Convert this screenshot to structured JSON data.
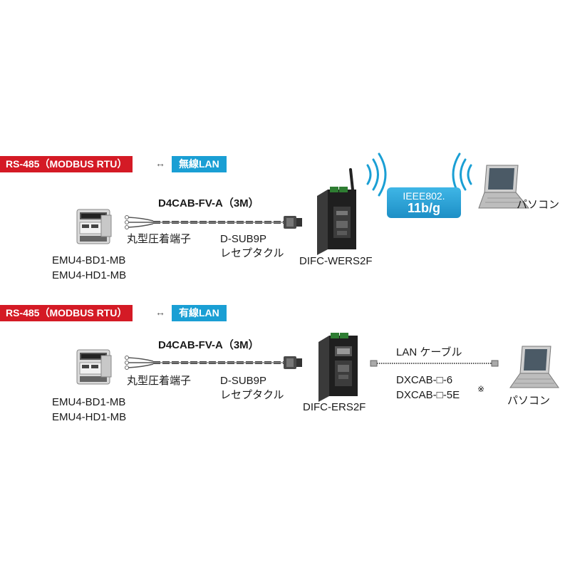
{
  "rows": [
    {
      "protocol_tag": "RS-485（MODBUS RTU）",
      "lan_tag": "無線LAN",
      "cable_name": "D4CAB-FV-A（3M）",
      "terminal_label": "丸型圧着端子",
      "dsub_label_1": "D-SUB9P",
      "dsub_label_2": "レセプタクル",
      "meter_label_1": "EMU4-BD1-MB",
      "meter_label_2": "EMU4-HD1-MB",
      "device_label": "DIFC-WERS2F",
      "ieee_line_1": "IEEE802.",
      "ieee_line_2": "11b/g",
      "pc_label": "パソコン"
    },
    {
      "protocol_tag": "RS-485（MODBUS RTU）",
      "lan_tag": "有線LAN",
      "cable_name": "D4CAB-FV-A（3M）",
      "terminal_label": "丸型圧着端子",
      "dsub_label_1": "D-SUB9P",
      "dsub_label_2": "レセプタクル",
      "meter_label_1": "EMU4-BD1-MB",
      "meter_label_2": "EMU4-HD1-MB",
      "device_label": "DIFC-ERS2F",
      "lan_cable_label": "LAN ケーブル",
      "lan_cable_model_1": "DXCAB-□-6",
      "lan_cable_model_2": "DXCAB-□-5E",
      "note_mark": "※",
      "pc_label": "パソコン"
    }
  ],
  "arrow_glyph": "↔"
}
